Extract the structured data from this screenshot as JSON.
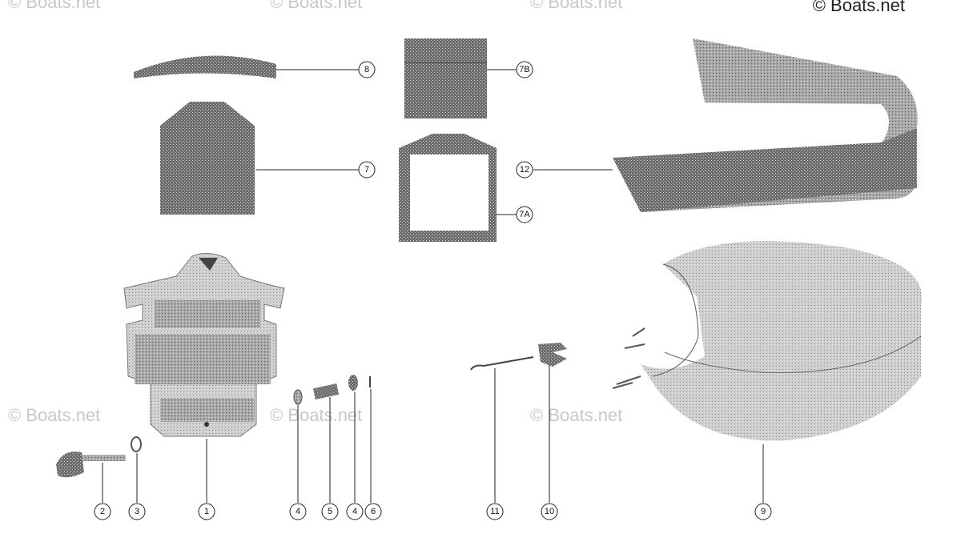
{
  "copyright": "© Boats.net",
  "watermark": "© Boats.net",
  "callouts": [
    {
      "id": "8",
      "label": "8"
    },
    {
      "id": "7B",
      "label": "7B"
    },
    {
      "id": "7",
      "label": "7"
    },
    {
      "id": "12",
      "label": "12"
    },
    {
      "id": "7A",
      "label": "7A"
    },
    {
      "id": "2",
      "label": "2"
    },
    {
      "id": "3",
      "label": "3"
    },
    {
      "id": "1",
      "label": "1"
    },
    {
      "id": "4a",
      "label": "4"
    },
    {
      "id": "5",
      "label": "5"
    },
    {
      "id": "4b",
      "label": "4"
    },
    {
      "id": "6",
      "label": "6"
    },
    {
      "id": "11",
      "label": "11"
    },
    {
      "id": "10",
      "label": "10"
    },
    {
      "id": "9",
      "label": "9"
    }
  ]
}
